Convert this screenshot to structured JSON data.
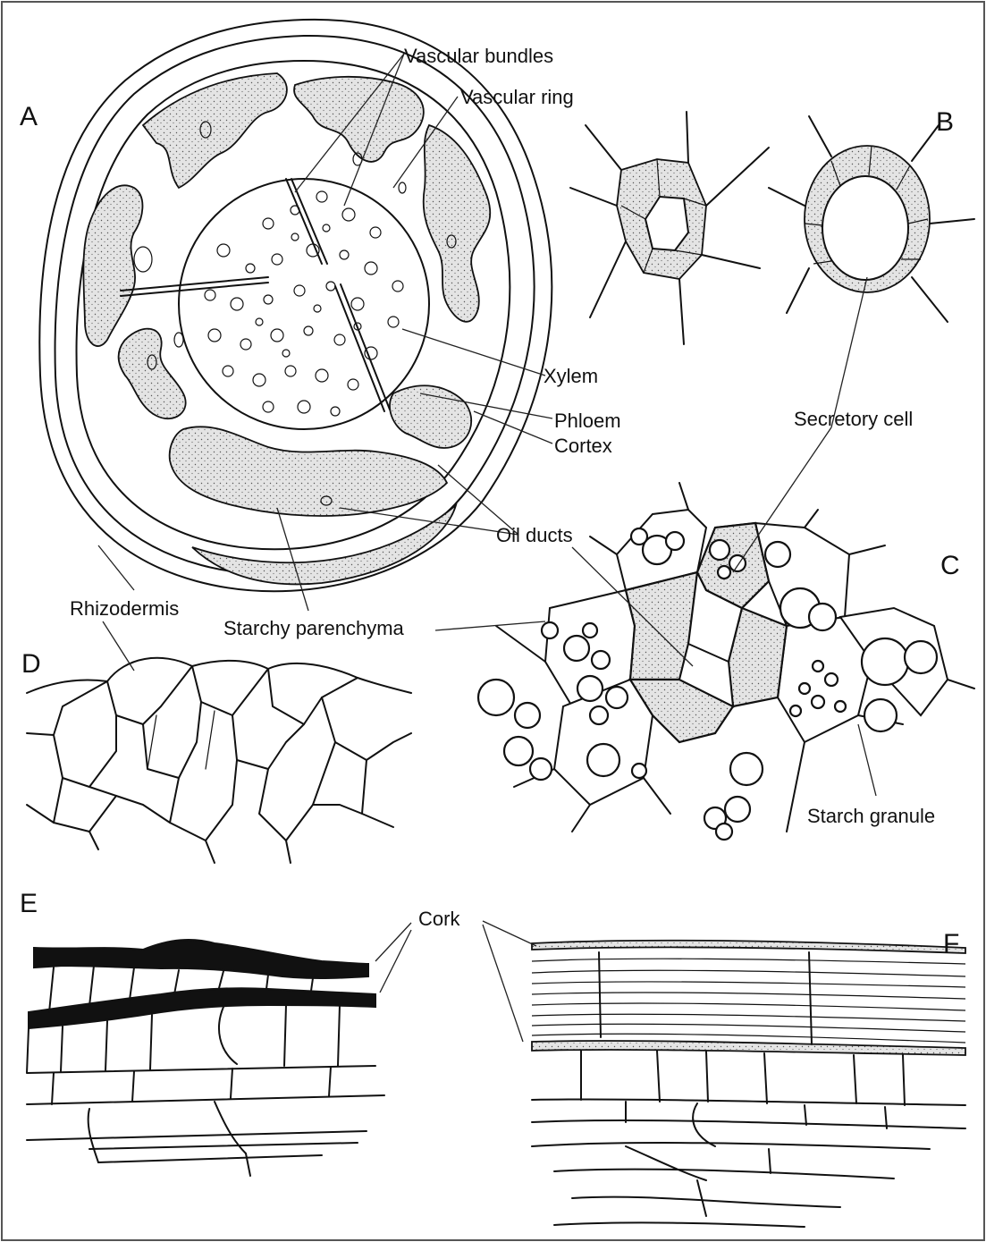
{
  "panels": {
    "a": "A",
    "b": "B",
    "c": "C",
    "d": "D",
    "e": "E",
    "f": "F"
  },
  "labels": {
    "vascular_bundles": "Vascular bundles",
    "vascular_ring": "Vascular ring",
    "xylem": "Xylem",
    "phloem": "Phloem",
    "cortex": "Cortex",
    "secretory_cell": "Secretory cell",
    "oil_ducts": "Oil ducts",
    "rhizodermis": "Rhizodermis",
    "starchy_parenchyma": "Starchy parenchyma",
    "starch_granule": "Starch granule",
    "cork": "Cork"
  }
}
